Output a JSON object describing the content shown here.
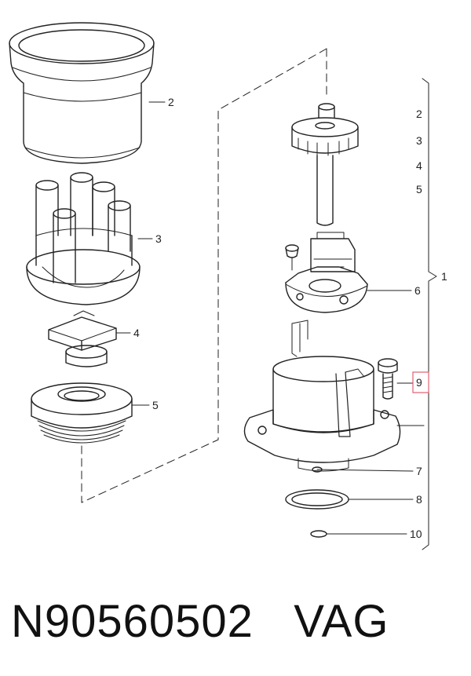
{
  "labels": {
    "cap": "2",
    "rotor_cap": "3",
    "rotor": "4",
    "seal": "5",
    "plate": "6",
    "shaft_ring": "7",
    "oring": "8",
    "bolt": "9",
    "small_ring": "10",
    "group": "1",
    "list": [
      "2",
      "3",
      "4",
      "5"
    ]
  },
  "highlight": {
    "color": "#e06070"
  },
  "caption": {
    "part_number": "N90560502",
    "brand": "VAG"
  }
}
